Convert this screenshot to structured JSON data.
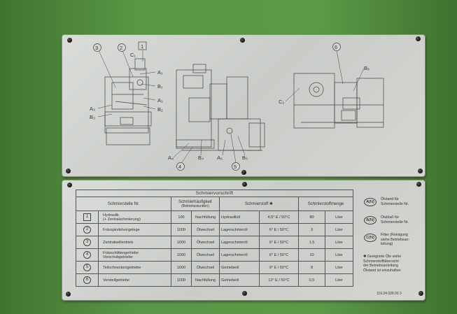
{
  "diagram_labels": {
    "c1": "C₁",
    "n1": "1",
    "n2": "2",
    "n3": "3",
    "a1": "A₁",
    "b1": "B₁",
    "a2": "A₂",
    "b2": "B₂",
    "a3": "A₃",
    "b3": "B₃",
    "a4": "A₄",
    "n4": "4",
    "b4": "B₄",
    "a5": "A₅",
    "n5": "5",
    "b5": "B₅",
    "n6": "6",
    "b6": "B₆",
    "c2": "C₂"
  },
  "table": {
    "title": "Schmiervorschrift",
    "headers": {
      "stelle": "Schmierstelle Nr.",
      "haeufigkeit": "Schmierhäufigkeit",
      "haeufigkeit_sub": "(Betriebsstunden)",
      "stoff": "Schmierstoff ✱",
      "menge": "Schmierstoffmenge"
    },
    "rows": [
      {
        "num": "1",
        "shape": "box",
        "desc": "Hydraulik\n(+ Zentralschmierung)",
        "hours": "100",
        "action": "Nachfüllung",
        "medium": "Hydrauliköl",
        "visc": "4,5° E / 50°C",
        "amount": "80",
        "unit": "Liter"
      },
      {
        "num": "2",
        "shape": "circle",
        "desc": "Frässpindelvorgelege",
        "hours": "1000",
        "action": "Ölwechsel",
        "medium": "Lagerschmieröl",
        "visc": "6° E / 50°C",
        "amount": "3",
        "unit": "Liter"
      },
      {
        "num": "3",
        "shape": "circle",
        "desc": "Zentralwellentrieb",
        "hours": "1000",
        "action": "Ölwechsel",
        "medium": "Lagerschmieröl",
        "visc": "6° E / 50°C",
        "amount": "1,5",
        "unit": "Liter"
      },
      {
        "num": "4",
        "shape": "circle",
        "desc": "Frässchlittengetriebe\nVorschubgetriebe",
        "hours": "1000",
        "action": "Ölwechsel",
        "medium": "Lagerschmieröl",
        "visc": "6° E / 50°C",
        "amount": "10",
        "unit": "Liter"
      },
      {
        "num": "5",
        "shape": "circle",
        "desc": "Teilschneckengetriebe",
        "hours": "1000",
        "action": "Ölwechsel",
        "medium": "Getriebeöl",
        "visc": "9° E / 50°C",
        "amount": "8",
        "unit": "Liter"
      },
      {
        "num": "6",
        "shape": "circle",
        "desc": "Versteilgetriebe",
        "hours": "1000",
        "action": "Nachfüllung",
        "medium": "Getriebeöl",
        "visc": "12° E / 50°C",
        "amount": "0,5",
        "unit": "Liter"
      }
    ]
  },
  "legend": {
    "a": {
      "badge": "A(N)",
      "text": "Ölstand für\nSchmierstelle Nr."
    },
    "b": {
      "badge": "B(N)",
      "text": "Ölablaß für\nSchmierstelle Nr."
    },
    "c": {
      "badge": "C(N)",
      "text": "Filter (Reinigung\nsiehe Betriebsan-\nleitung)"
    },
    "note": "✱ Geeignete Öle siehe\nSchmierstoffübersicht\nder Betriebsanleitung\nÖlstand ist einzuhalten",
    "code": "119.24 028.00 3"
  }
}
